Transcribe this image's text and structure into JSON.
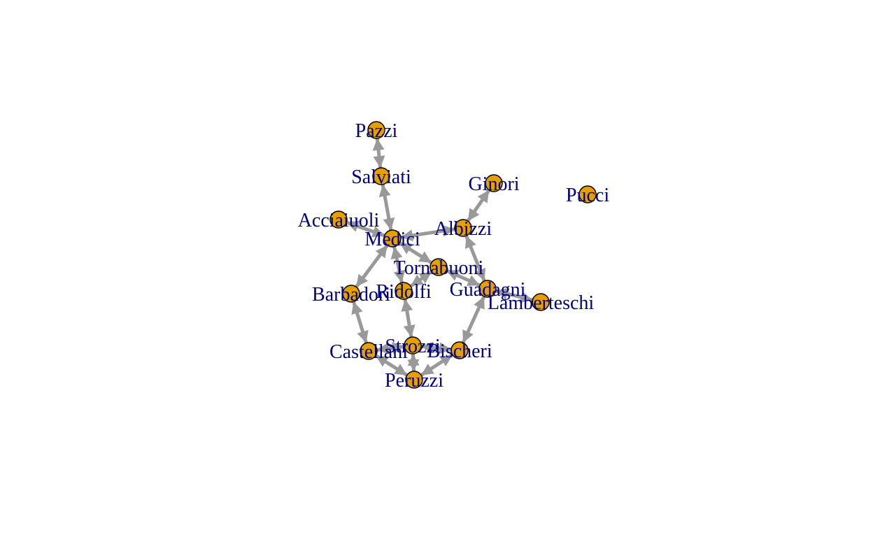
{
  "colors": {
    "background": "#ffffff",
    "edge": "#999999",
    "node_fill": "#E69F00",
    "node_stroke": "#000000",
    "label": "#000080"
  },
  "nodes": [
    {
      "id": "pazzi",
      "label": "Pazzi"
    },
    {
      "id": "salviati",
      "label": "Salviati"
    },
    {
      "id": "ginori",
      "label": "Ginori"
    },
    {
      "id": "pucci",
      "label": "Pucci"
    },
    {
      "id": "acciaiuoli",
      "label": "Acciaiuoli"
    },
    {
      "id": "medici",
      "label": "Medici"
    },
    {
      "id": "albizzi",
      "label": "Albizzi"
    },
    {
      "id": "tornabuoni",
      "label": "Tornabuoni"
    },
    {
      "id": "barbadori",
      "label": "Barbadori"
    },
    {
      "id": "ridolfi",
      "label": "Ridolfi"
    },
    {
      "id": "guadagni",
      "label": "Guadagni"
    },
    {
      "id": "lamberteschi",
      "label": "Lamberteschi"
    },
    {
      "id": "castellani",
      "label": "Castellani"
    },
    {
      "id": "strozzi",
      "label": "Strozzi"
    },
    {
      "id": "bischeri",
      "label": "Bischeri"
    },
    {
      "id": "peruzzi",
      "label": "Peruzzi"
    }
  ],
  "edges": [
    [
      "pazzi",
      "salviati"
    ],
    [
      "salviati",
      "medici"
    ],
    [
      "acciaiuoli",
      "medici"
    ],
    [
      "ginori",
      "albizzi"
    ],
    [
      "albizzi",
      "medici"
    ],
    [
      "albizzi",
      "guadagni"
    ],
    [
      "medici",
      "tornabuoni"
    ],
    [
      "medici",
      "ridolfi"
    ],
    [
      "medici",
      "barbadori"
    ],
    [
      "tornabuoni",
      "ridolfi"
    ],
    [
      "tornabuoni",
      "guadagni"
    ],
    [
      "guadagni",
      "lamberteschi"
    ],
    [
      "guadagni",
      "bischeri"
    ],
    [
      "barbadori",
      "castellani"
    ],
    [
      "ridolfi",
      "strozzi"
    ],
    [
      "castellani",
      "strozzi"
    ],
    [
      "castellani",
      "peruzzi"
    ],
    [
      "strozzi",
      "peruzzi"
    ],
    [
      "strozzi",
      "bischeri"
    ],
    [
      "bischeri",
      "peruzzi"
    ]
  ]
}
